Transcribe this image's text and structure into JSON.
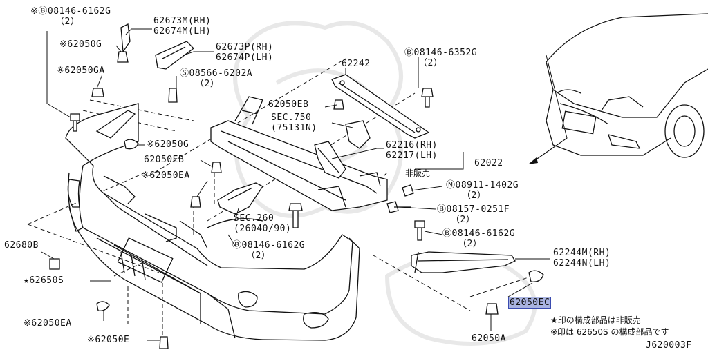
{
  "diagram": {
    "labels": {
      "bolt_top_left": "※Ⓑ08146-6162G",
      "bolt_top_left_qty": "（2）",
      "bracket_m_rh": "62673M(RH)",
      "bracket_m_lh": "62674M(LH)",
      "clip_g_top": "※62050G",
      "bracket_p_rh": "62673P(RH)",
      "bracket_p_lh": "62674P(LH)",
      "screw_s": "Ⓢ08566-6202A",
      "screw_s_qty": "（2）",
      "clip_ga": "※62050GA",
      "member_62242": "62242",
      "bolt_top_right": "Ⓑ08146-6352G",
      "bolt_top_right_qty": "（2）",
      "clip_eb_top": "62050EB",
      "sec750": "SEC.750",
      "sec750_ref": "(75131N)",
      "clip_g_mid": "※62050G",
      "bracket_62216": "62216(RH)",
      "bracket_62217": "62217(LH)",
      "reinforcement": "62022",
      "not_sold": "非販売",
      "clip_eb_left": "62050EB",
      "clip_ea_mid": "※62050EA",
      "nut_n": "Ⓝ08911-1402G",
      "nut_n_qty": "（2）",
      "bolt_f": "Ⓑ08157-0251F",
      "bolt_f_qty": "（2）",
      "sec260": "SEC.260",
      "sec260_ref": "(26040/90)",
      "bolt_right_mid": "Ⓑ08146-6162G",
      "bolt_right_mid_qty": "（2）",
      "bolt_bottom": "Ⓑ08146-6162G",
      "bolt_bottom_qty": "（2）",
      "bracket_62680b": "62680B",
      "stay_m_rh": "62244M(RH)",
      "stay_n_lh": "62244N(LH)",
      "fascia": "★62650S",
      "clip_ec": "62050EC",
      "clip_ea_bottom": "※62050EA",
      "clip_e_bottom": "※62050E",
      "clip_a": "62050A",
      "note_star": "★印の構成部品は非販売",
      "note_kome": "※印は 62650S の構成部品です",
      "figure_id": "J620003F"
    },
    "highlight": "62050EC"
  }
}
